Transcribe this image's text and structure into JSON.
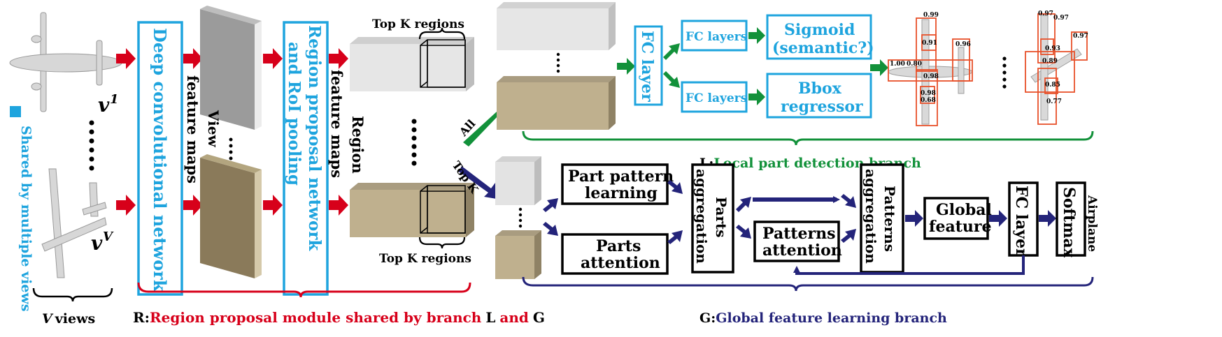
{
  "sidebar": {
    "shared_label": "Shared by multiple views",
    "shared_color": "#1EA4DE"
  },
  "views": {
    "v1_sym": "v",
    "v1_sup": "1",
    "vV_sym": "v",
    "vV_sup": "V",
    "count_label": "V views",
    "count_v": "V"
  },
  "module": {
    "cnn_label": "Deep convolutional network",
    "feature_maps_label": "feature maps",
    "view_label": "View",
    "rpn_line1": "Region proposal network",
    "rpn_line2": "and RoI pooling",
    "region_label": "Region",
    "region_feature_maps_label": "feature maps",
    "topk_top": "Top K regions",
    "topk_bottom": "Top K regions"
  },
  "branches": {
    "all_label": "All",
    "topk_label": "Top K",
    "R": {
      "prefix": "R:",
      "text": "Region proposal module shared by branch",
      "L": "L",
      "and": "and",
      "G": "G",
      "color": "#D7001A"
    },
    "L": {
      "prefix": "L:",
      "text": "Local part detection branch",
      "color": "#12913A"
    },
    "G": {
      "prefix": "G:",
      "text": "Global feature learning branch",
      "color": "#24247A"
    }
  },
  "local": {
    "fc_layer": "FC layer",
    "fc_layers_1": "FC layers",
    "fc_layers_2": "FC layers",
    "sigmoid_line1": "Sigmoid",
    "sigmoid_line2": "(semantic?)",
    "bbox_line1": "Bbox",
    "bbox_line2": "regressor",
    "det_scores_1": [
      "0.99",
      "0.91",
      "0.96",
      "1.00",
      "0.80",
      "0.98",
      "0.98",
      "0.68"
    ],
    "det_scores_2": [
      "0.97",
      "0.97",
      "0.93",
      "0.97",
      "0.89",
      "0.85",
      "0.77"
    ]
  },
  "global": {
    "part_pattern_line1": "Part pattern",
    "part_pattern_line2": "learning",
    "parts_attention_line1": "Parts",
    "parts_attention_line2": "attention",
    "parts_aggregation_line1": "Parts",
    "parts_aggregation_line2": "aggregation",
    "patterns_attention_line1": "Patterns",
    "patterns_attention_line2": "attention",
    "patterns_aggregation_line1": "Patterns",
    "patterns_aggregation_line2": "aggregation",
    "global_feature_line1": "Global",
    "global_feature_line2": "feature",
    "fc_layer": "FC layer",
    "softmax": "Softmax",
    "output_label": "Airplane"
  },
  "colors": {
    "cyan": "#1EA4DE",
    "red": "#D7001A",
    "green": "#12913A",
    "navy": "#24247A",
    "tan": "#A99C80",
    "grey": "#C9C9C9"
  }
}
